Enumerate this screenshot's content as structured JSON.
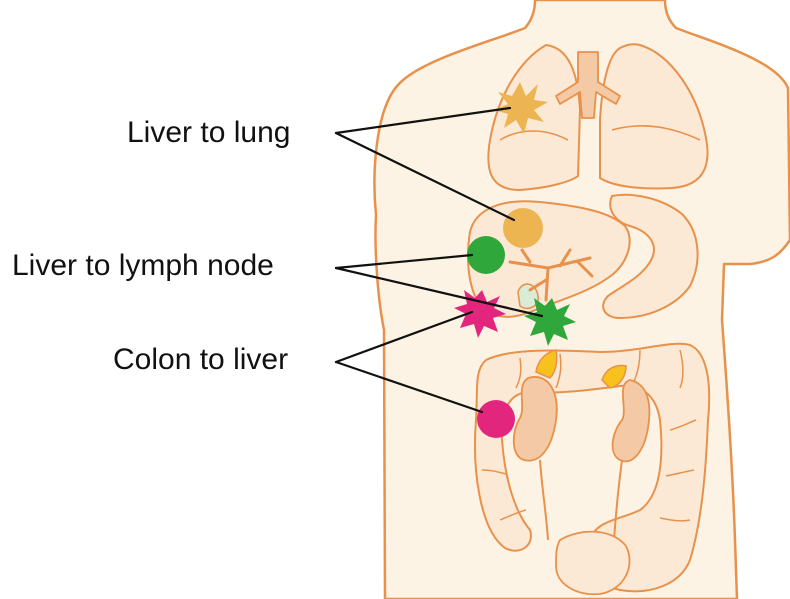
{
  "labels": {
    "liver_to_lung": "Liver to lung",
    "liver_to_lymph_node": "Liver to lymph node",
    "colon_to_liver": "Colon to liver"
  },
  "colors": {
    "outline": "#e8914b",
    "skin": "#fdf3e4",
    "organ_fill": "#fbe9d6",
    "kidney": "#f4c9a6",
    "adrenal": "#f7c21e",
    "tumor_orange": "#ecb552",
    "tumor_green": "#2fa73a",
    "tumor_magenta": "#e2267e",
    "leader_line": "#111111"
  }
}
